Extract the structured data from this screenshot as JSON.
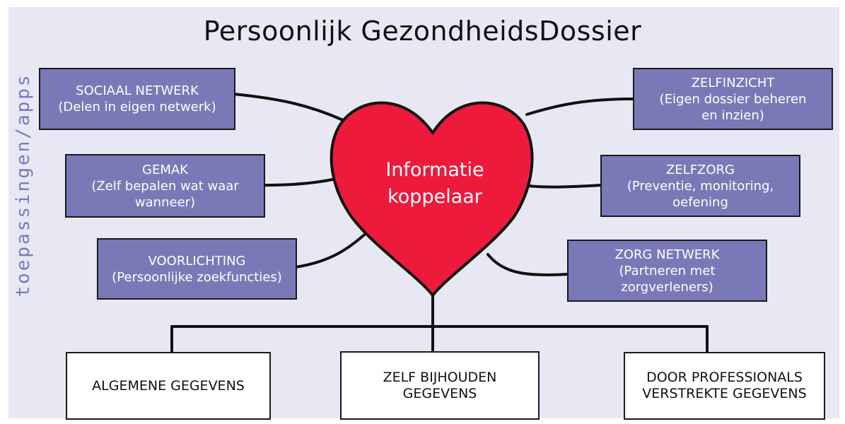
{
  "title": "Persoonlijk GezondheidsDossier",
  "side_label": "toepassingen/apps",
  "center": {
    "line1": "Informatie",
    "line2": "koppelaar"
  },
  "left_apps": [
    {
      "line1": "SOCIAAL NETWERK",
      "line2": "(Delen in eigen netwerk)",
      "line3": ""
    },
    {
      "line1": "GEMAK",
      "line2": "(Zelf bepalen wat waar",
      "line3": "wanneer)"
    },
    {
      "line1": "VOORLICHTING",
      "line2": "(Persoonlijke zoekfuncties)",
      "line3": ""
    }
  ],
  "right_apps": [
    {
      "line1": "ZELFINZICHT",
      "line2": "(Eigen dossier beheren",
      "line3": "en inzien)"
    },
    {
      "line1": "ZELFZORG",
      "line2": "(Preventie, monitoring,",
      "line3": "oefening"
    },
    {
      "line1": "ZORG NETWERK",
      "line2": "(Partneren met",
      "line3": "zorgverleners)"
    }
  ],
  "data_boxes": [
    {
      "line1": "ALGEMENE GEGEVENS",
      "line2": ""
    },
    {
      "line1": "ZELF BIJHOUDEN",
      "line2": "GEGEVENS"
    },
    {
      "line1": "DOOR PROFESSIONALS",
      "line2": "VERSTREKTE GEGEVENS"
    }
  ],
  "colors": {
    "heart": "#ee1a3c",
    "app_box": "#7a79b8",
    "side_label": "#7c79c0",
    "panel": "#e8e8f4"
  }
}
